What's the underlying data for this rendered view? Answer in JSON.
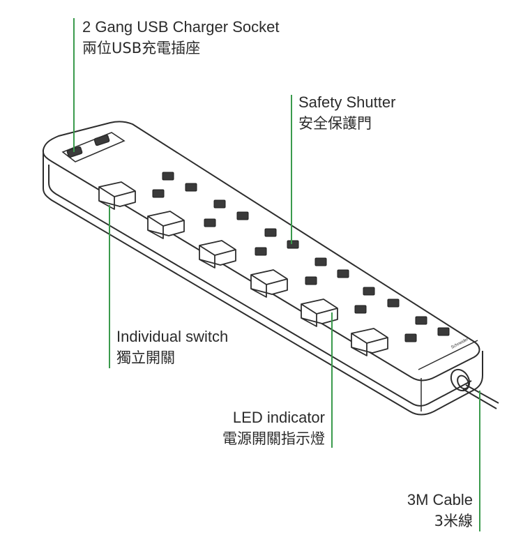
{
  "labels": {
    "usb": {
      "en": "2 Gang USB Charger Socket",
      "zh": "兩位USB充電插座"
    },
    "shutter": {
      "en": "Safety Shutter",
      "zh": "安全保護門"
    },
    "switch": {
      "en": "Individual switch",
      "zh": "獨立開關"
    },
    "led": {
      "en": "LED indicator",
      "zh": "電源開關指示燈"
    },
    "cable": {
      "en": "3M Cable",
      "zh": "3米線"
    }
  },
  "brand": {
    "text": "Schneider"
  },
  "colors": {
    "leader": "#3a9a4c",
    "outline": "#2d2d2d",
    "text": "#2b2b2b"
  }
}
